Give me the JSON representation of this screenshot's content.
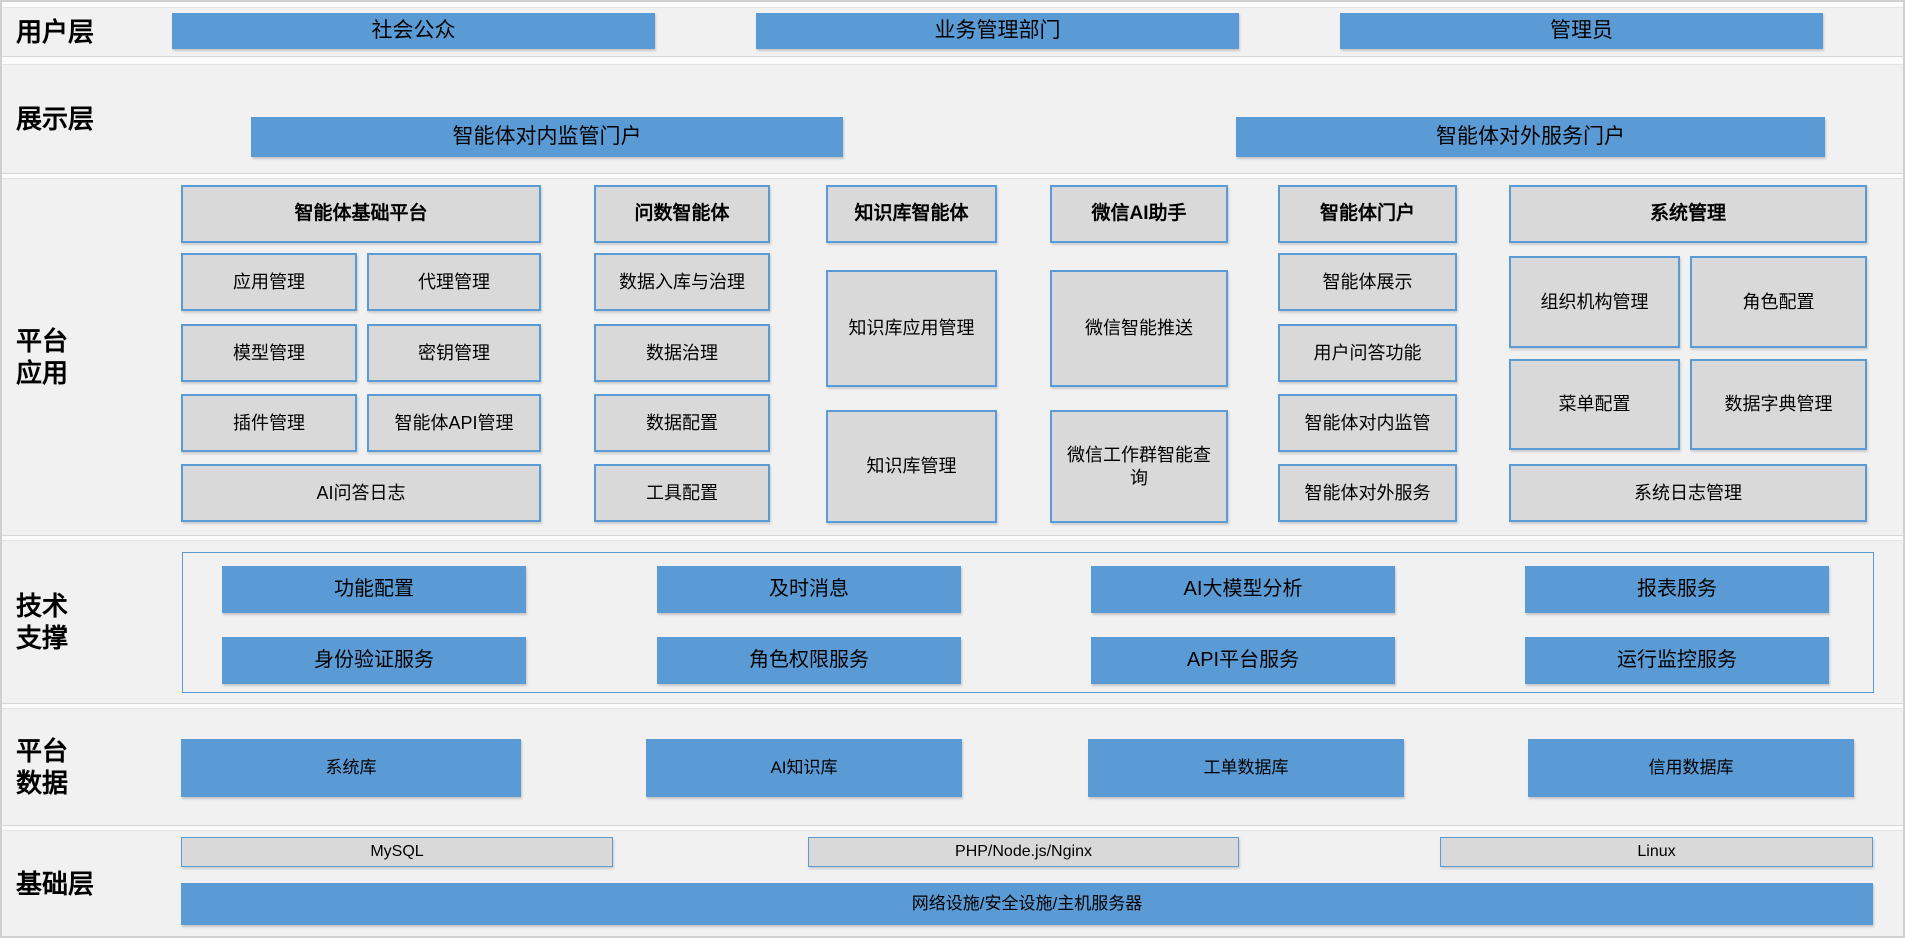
{
  "colors": {
    "accent_blue": "#5b9bd5",
    "node_gray": "#d9d9d9",
    "band_background": "#f1f1f1"
  },
  "layers": {
    "user": {
      "label": "用户层",
      "items": [
        "社会公众",
        "业务管理部门",
        "管理员"
      ]
    },
    "display": {
      "label": "展示层",
      "items": [
        "智能体对内监管门户",
        "智能体对外服务门户"
      ]
    },
    "platform_app": {
      "label": "平台应用",
      "columns": [
        {
          "header": "智能体基础平台",
          "cells": [
            "应用管理",
            "代理管理",
            "模型管理",
            "密钥管理",
            "插件管理",
            "智能体API管理"
          ],
          "footer": "AI问答日志"
        },
        {
          "header": "问数智能体",
          "items": [
            "数据入库与治理",
            "数据治理",
            "数据配置",
            "工具配置"
          ]
        },
        {
          "header": "知识库智能体",
          "items": [
            "知识库应用管理",
            "知识库管理"
          ]
        },
        {
          "header": "微信AI助手",
          "items": [
            "微信智能推送",
            "微信工作群智能查询"
          ]
        },
        {
          "header": "智能体门户",
          "items": [
            "智能体展示",
            "用户问答功能",
            "智能体对内监管",
            "智能体对外服务"
          ]
        },
        {
          "header": "系统管理",
          "cells": [
            "组织机构管理",
            "角色配置",
            "菜单配置",
            "数据字典管理"
          ],
          "footer": "系统日志管理"
        }
      ]
    },
    "tech_support": {
      "label": "技术支撑",
      "row1": [
        "功能配置",
        "及时消息",
        "AI大模型分析",
        "报表服务"
      ],
      "row2": [
        "身份验证服务",
        "角色权限服务",
        "API平台服务",
        "运行监控服务"
      ]
    },
    "platform_data": {
      "label": "平台数据",
      "items": [
        "系统库",
        "AI知识库",
        "工单数据库",
        "信用数据库"
      ]
    },
    "infrastructure": {
      "label": "基础层",
      "items": [
        "MySQL",
        "PHP/Node.js/Nginx",
        "Linux"
      ],
      "base": "网络设施/安全设施/主机服务器"
    }
  }
}
